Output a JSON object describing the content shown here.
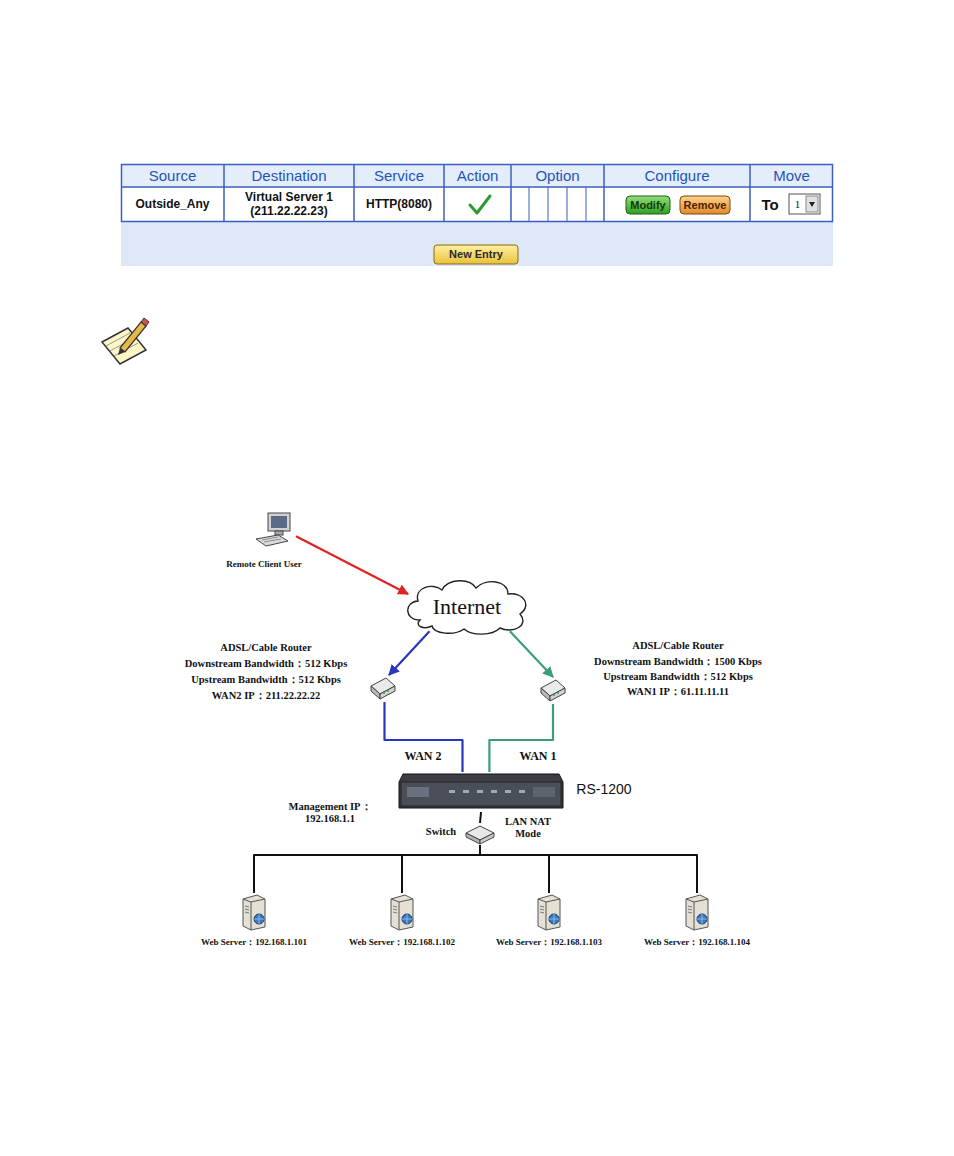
{
  "diagram": {
    "nodes": [
      {
        "text": [
          "Remote Client User"
        ]
      },
      {
        "text": [
          "Internet"
        ]
      },
      {
        "text": [
          "ADSL/Cable Router",
          "Downstream Bandwidth：512 Kbps",
          "Upstream Bandwidth：512 Kbps",
          "WAN2 IP：211.22.22.22"
        ]
      },
      {
        "text": [
          "ADSL/Cable Router",
          "Downstream Bandwidth：1500 Kbps",
          "Upstream Bandwidth：512 Kbps",
          "WAN1 IP：61.11.11.11"
        ]
      },
      {
        "text": [
          "RS-1200"
        ]
      },
      {
        "text": [
          "Switch"
        ]
      },
      {
        "text": [
          "Web Server：192.168.1.101"
        ]
      },
      {
        "text": [
          "Web Server：192.168.1.102"
        ]
      },
      {
        "text": [
          "Web Server：192.168.1.103"
        ]
      },
      {
        "text": [
          "Web Server：192.168.1.104"
        ]
      }
    ],
    "edges": [
      {
        "from": 0,
        "to": 1,
        "arrow": "to"
      },
      {
        "from": 1,
        "to": 2,
        "arrow": "to"
      },
      {
        "from": 1,
        "to": 3,
        "arrow": "to"
      },
      {
        "from": 2,
        "to": 4,
        "label": "WAN 2",
        "arrow": "none"
      },
      {
        "from": 3,
        "to": 4,
        "label": "WAN 1",
        "arrow": "none"
      },
      {
        "from": 4,
        "to": 5,
        "arrow": "none"
      },
      {
        "from": 5,
        "to": 6,
        "arrow": "none"
      },
      {
        "from": 5,
        "to": 7,
        "arrow": "none"
      },
      {
        "from": 5,
        "to": 8,
        "arrow": "none"
      },
      {
        "from": 5,
        "to": 9,
        "arrow": "none"
      }
    ],
    "labels": [
      "Source",
      "Destination",
      "Service",
      "Action",
      "Option",
      "Configure",
      "Move",
      "Outside_Any",
      "Virtual Server 1 (211.22.22.23)",
      "HTTP(8080)",
      "Modify",
      "Remove",
      "To",
      "1",
      "New Entry",
      "Management IP： 192.168.1.1",
      "LAN NAT Mode"
    ]
  }
}
